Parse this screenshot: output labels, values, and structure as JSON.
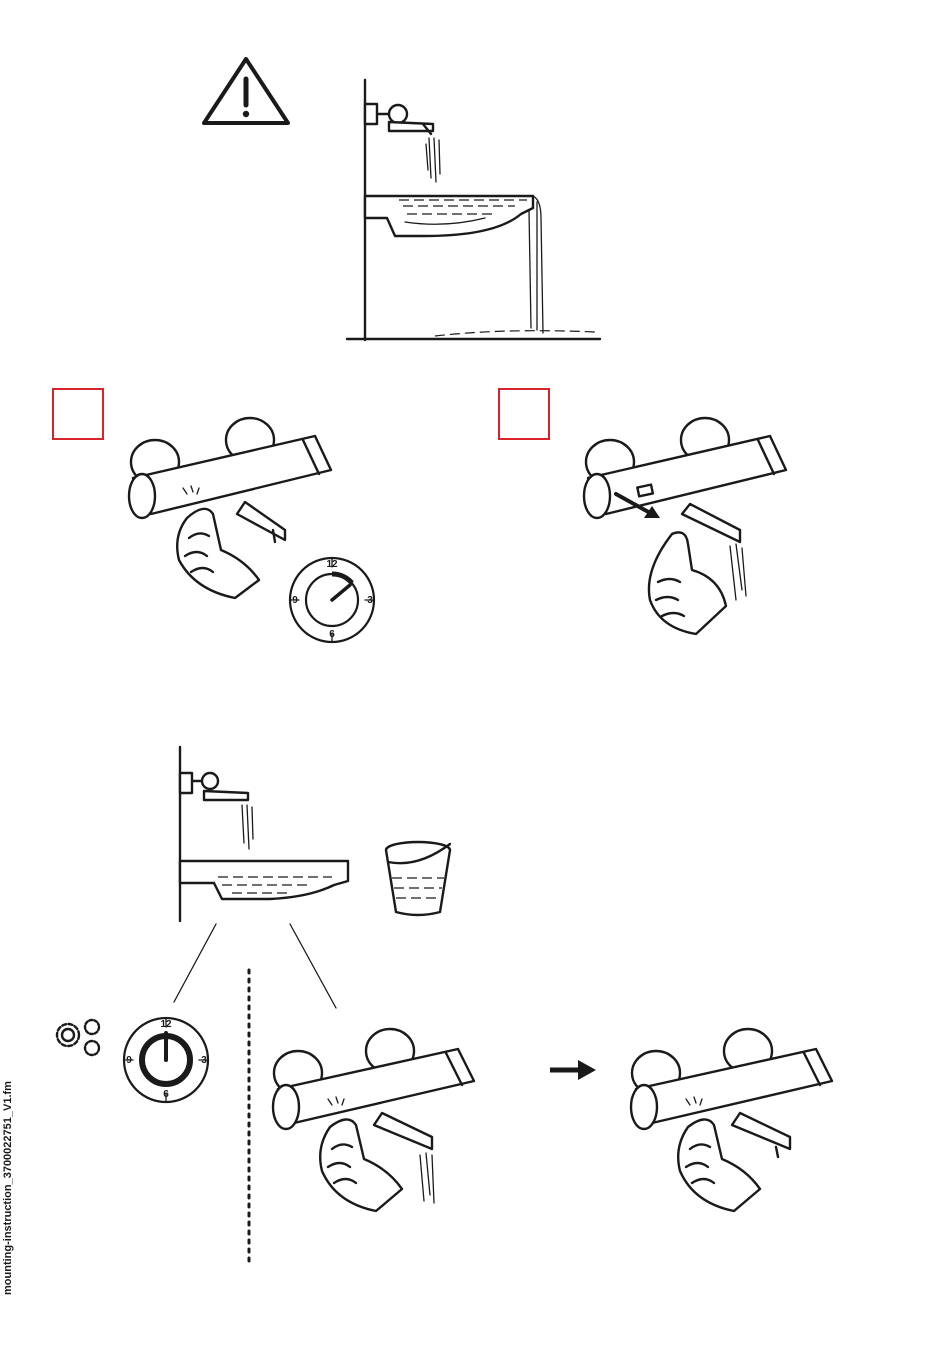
{
  "footer": {
    "filename": "mounting-instruction_3700022751_V1.fm"
  },
  "clock_step1": {
    "n12": "12",
    "n3": "3",
    "n6": "6",
    "n9": "9"
  },
  "clock_step4": {
    "n12": "12",
    "n3": "3",
    "n6": "6",
    "n9": "9"
  },
  "colors": {
    "line": "#1a1a1a",
    "step_box": "#d8232a",
    "background": "#ffffff"
  },
  "icons": [
    "warning-triangle-icon",
    "gears-icon",
    "arrow-right-icon",
    "bucket-icon",
    "clock-icon"
  ]
}
